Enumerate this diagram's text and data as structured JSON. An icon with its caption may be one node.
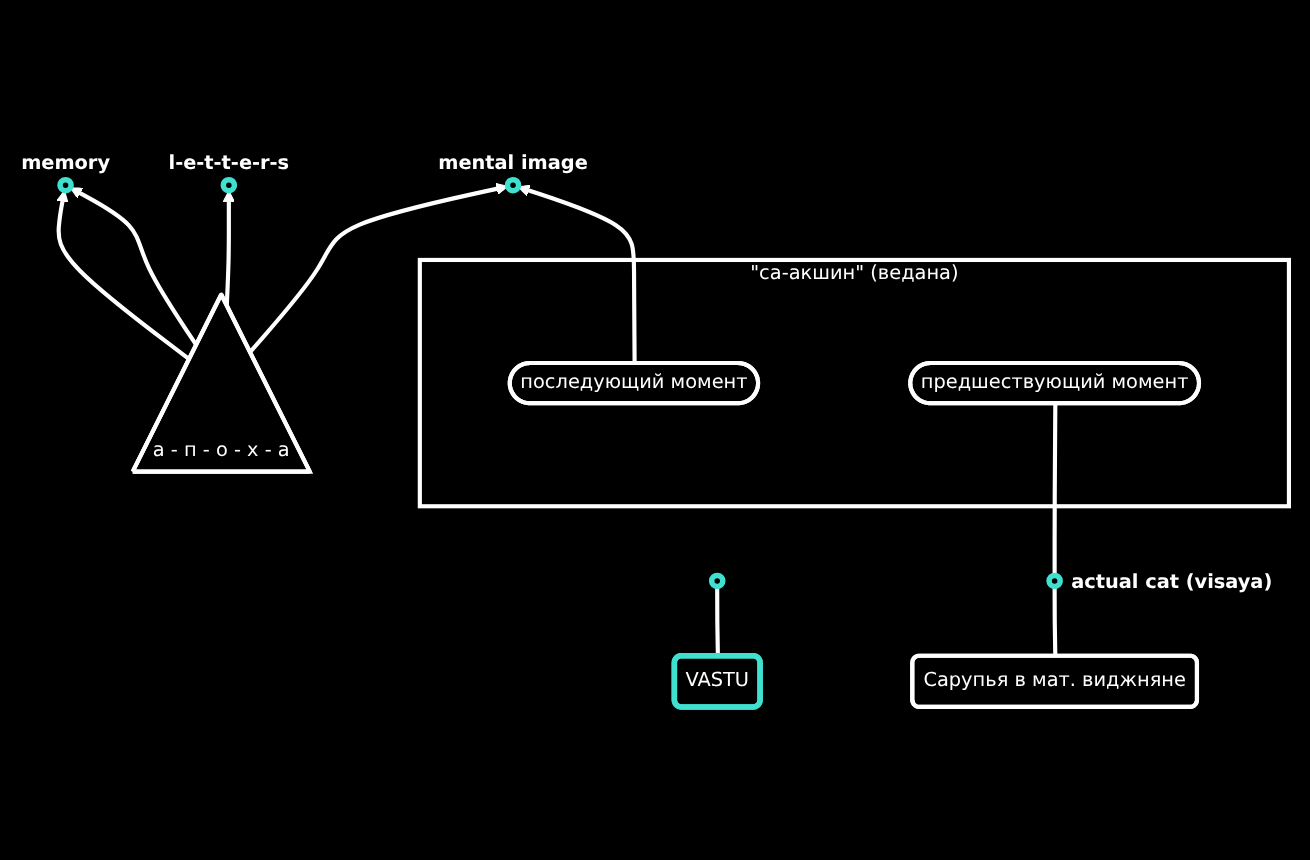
{
  "diagram": {
    "nodes": [
      {
        "text": [
          "а - п - о - х - а"
        ]
      },
      {
        "text": [],
        "shape": "circle",
        "beside": [
          "memory"
        ]
      },
      {
        "text": [],
        "shape": "circle",
        "beside": [
          "l-e-t-t-e-r-s"
        ]
      },
      {
        "text": [],
        "shape": "circle",
        "beside": [
          "mental image"
        ]
      },
      {
        "text": [
          "VASTU"
        ]
      },
      {
        "text": [],
        "shape": "circle"
      },
      {
        "text": [
          "Сарупья в мат. виджняне"
        ]
      },
      {
        "text": [],
        "shape": "circle",
        "beside": [
          "actual cat (visaya)"
        ]
      },
      {
        "text": [
          "\"са-акшин\" (ведана)"
        ]
      },
      {
        "text": [
          "последующий момент"
        ],
        "in": 8
      },
      {
        "text": [
          "предшествующий момент"
        ],
        "in": 8
      }
    ],
    "edges": [
      {
        "from": 0,
        "to": 1,
        "arrow": "to"
      },
      {
        "from": 0,
        "to": 1,
        "arrow": "to"
      },
      {
        "from": 0,
        "to": 2,
        "arrow": "to"
      },
      {
        "from": 0,
        "to": 3,
        "arrow": "to"
      },
      {
        "from": 9,
        "to": 3,
        "arrow": "to"
      },
      {
        "from": 4,
        "to": 5,
        "arrow": "none"
      },
      {
        "from": 6,
        "to": 7,
        "arrow": "none"
      },
      {
        "from": 7,
        "to": 10,
        "arrow": "none"
      }
    ]
  }
}
